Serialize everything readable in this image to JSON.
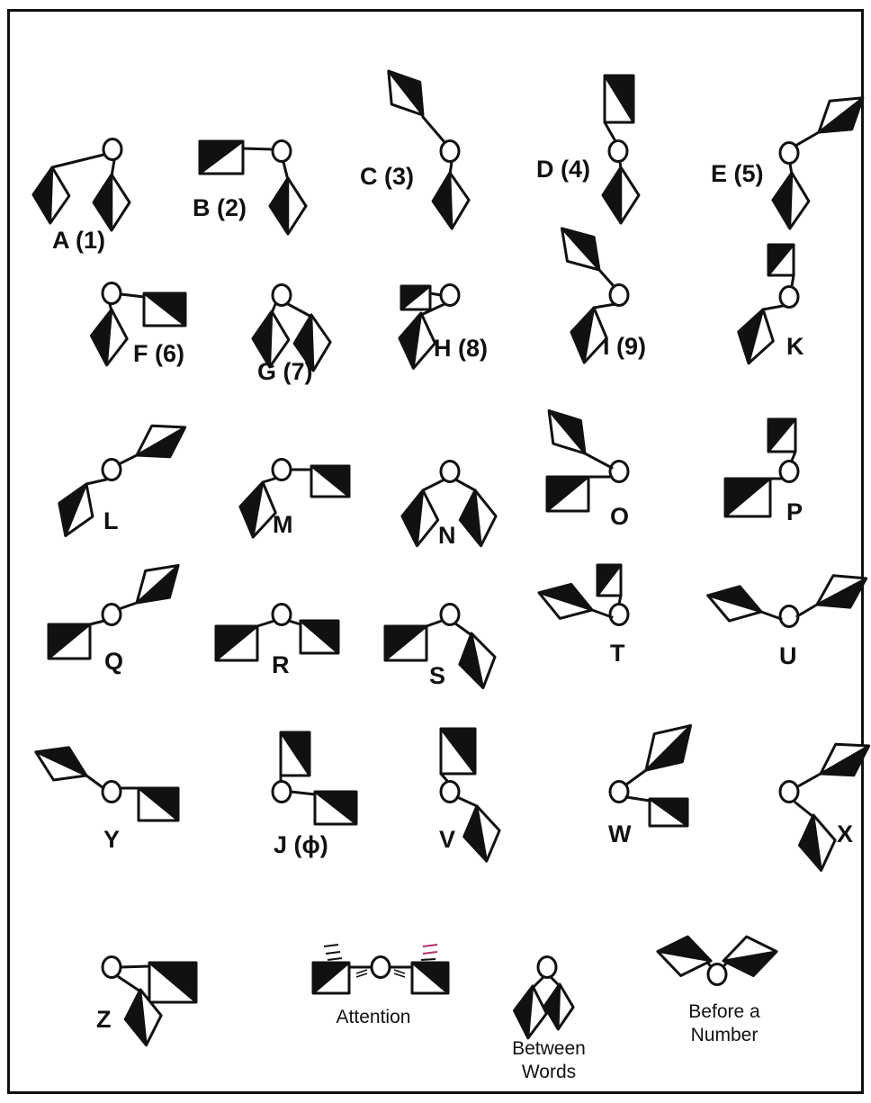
{
  "colors": {
    "ink": "#111111",
    "accent": "#b0306a",
    "paper": "#ffffff"
  },
  "letters": [
    {
      "key": "A",
      "label": "A (1)"
    },
    {
      "key": "B",
      "label": "B (2)"
    },
    {
      "key": "C",
      "label": "C (3)"
    },
    {
      "key": "D",
      "label": "D (4)"
    },
    {
      "key": "E",
      "label": "E (5)"
    },
    {
      "key": "F",
      "label": "F (6)"
    },
    {
      "key": "G",
      "label": "G (7)"
    },
    {
      "key": "H",
      "label": "H (8)"
    },
    {
      "key": "I",
      "label": "I (9)"
    },
    {
      "key": "K",
      "label": "K"
    },
    {
      "key": "L",
      "label": "L"
    },
    {
      "key": "M",
      "label": "M"
    },
    {
      "key": "N",
      "label": "N"
    },
    {
      "key": "O",
      "label": "O"
    },
    {
      "key": "P",
      "label": "P"
    },
    {
      "key": "Q",
      "label": "Q"
    },
    {
      "key": "R",
      "label": "R"
    },
    {
      "key": "S",
      "label": "S"
    },
    {
      "key": "T",
      "label": "T"
    },
    {
      "key": "U",
      "label": "U"
    },
    {
      "key": "Y",
      "label": "Y"
    },
    {
      "key": "J",
      "label": "J (ϕ)"
    },
    {
      "key": "V",
      "label": "V"
    },
    {
      "key": "W",
      "label": "W"
    },
    {
      "key": "X",
      "label": "X"
    },
    {
      "key": "Z",
      "label": "Z"
    }
  ],
  "signals": {
    "attention": "Attention",
    "between_words": "Between\nWords",
    "before_number": "Before a\nNumber"
  }
}
